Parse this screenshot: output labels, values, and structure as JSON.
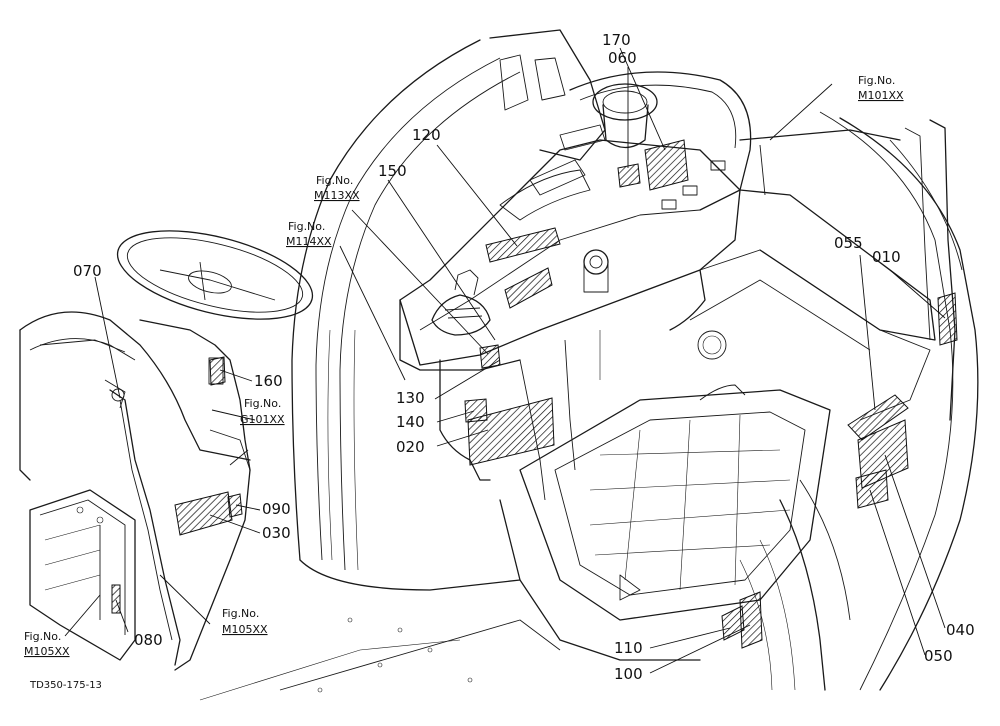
{
  "callouts": {
    "c010": "010",
    "c020": "020",
    "c030": "030",
    "c040": "040",
    "c050": "050",
    "c055": "055",
    "c060": "060",
    "c070": "070",
    "c080": "080",
    "c090": "090",
    "c100": "100",
    "c110": "110",
    "c120": "120",
    "c130": "130",
    "c140": "140",
    "c150": "150",
    "c160": "160",
    "c170": "170"
  },
  "fig_refs": {
    "label": "Fig.No.",
    "m101": "M101XX",
    "m113": "M113XX",
    "m114": "M114XX",
    "g101": "G101XX",
    "m105_right": "M105XX",
    "m105_left": "M105XX"
  },
  "drawing_code": "TD350-175-13"
}
